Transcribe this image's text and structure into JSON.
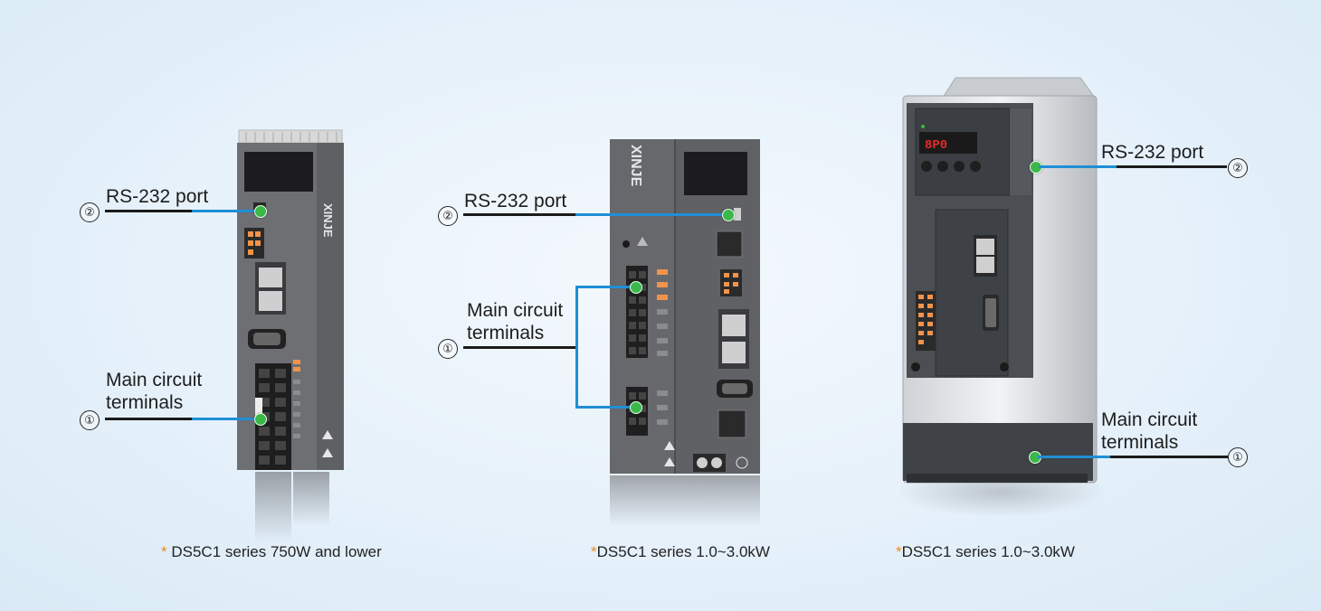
{
  "devices": [
    {
      "name": "small-drive",
      "brand": "XINJE",
      "rs232_label": "RS-232 port",
      "rs232_num": "②",
      "main_label_l1": "Main circuit",
      "main_label_l2": "terminals",
      "main_num": "①",
      "caption_star": "*",
      "caption": " DS5C1 series 750W and lower"
    },
    {
      "name": "medium-drive",
      "brand": "XINJE",
      "rs232_label": "RS-232 port",
      "rs232_num": "②",
      "main_label_l1": "Main circuit",
      "main_label_l2": "terminals",
      "main_num": "①",
      "caption_star": "*",
      "caption": "DS5C1 series 1.0~3.0kW"
    },
    {
      "name": "large-drive",
      "rs232_label": "RS-232 port",
      "rs232_num": "②",
      "main_label_l1": "Main circuit",
      "main_label_l2": "terminals",
      "main_num": "①",
      "caption_star": "*",
      "caption": "DS5C1 series 1.0~3.0kW"
    }
  ],
  "colors": {
    "leader_blue": "#1f8fd6",
    "leader_black": "#1b1b1b",
    "dot_green": "#3cb84a",
    "caption_star": "#f08a24"
  }
}
